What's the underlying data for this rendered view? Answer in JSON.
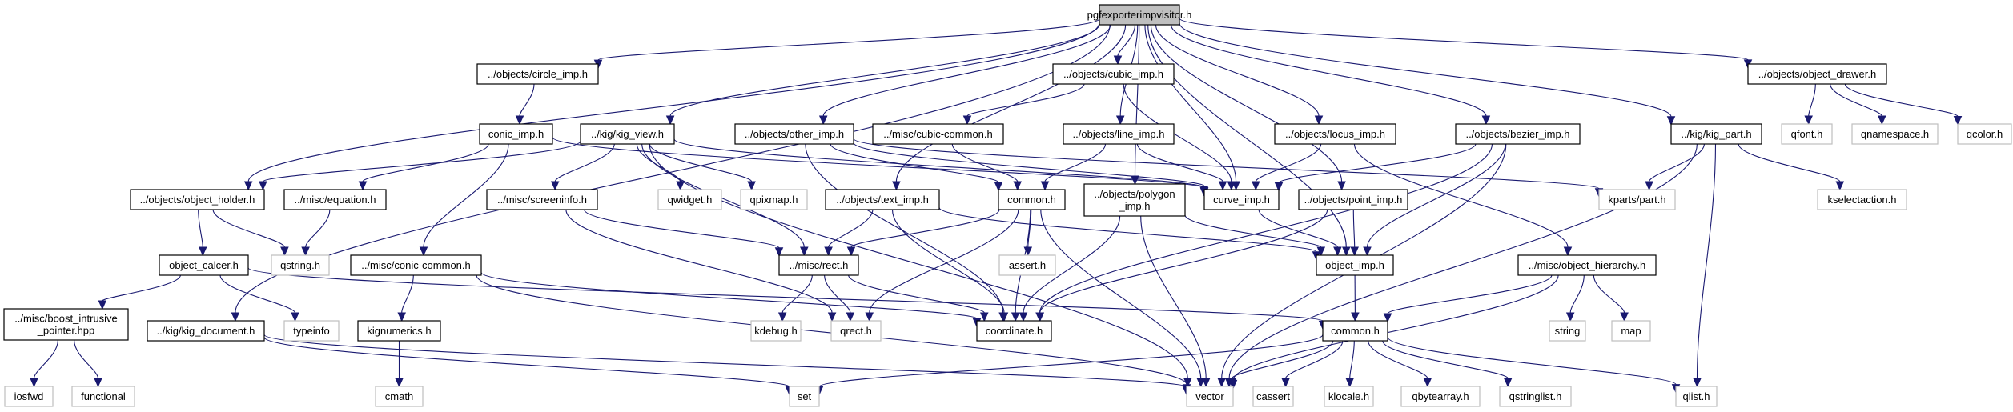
{
  "diagram": {
    "type": "include-dependency-graph",
    "root": "pgfexporterimpvisitor.h",
    "colors": {
      "edge": "#191970",
      "root_fill": "#bfbfbf",
      "local_border": "#000000",
      "system_border": "#bfbfbf"
    },
    "nodes": [
      {
        "id": "root",
        "label": "pgfexporterimpvisitor.h",
        "kind": "root"
      },
      {
        "id": "circle_imp",
        "label": "../objects/circle_imp.h",
        "kind": "local"
      },
      {
        "id": "cubic_imp",
        "label": "../objects/cubic_imp.h",
        "kind": "local"
      },
      {
        "id": "object_drawer",
        "label": "../objects/object_drawer.h",
        "kind": "local"
      },
      {
        "id": "conic_imp",
        "label": "conic_imp.h",
        "kind": "local"
      },
      {
        "id": "kig_view",
        "label": "../kig/kig_view.h",
        "kind": "local"
      },
      {
        "id": "other_imp",
        "label": "../objects/other_imp.h",
        "kind": "local"
      },
      {
        "id": "cubic_common",
        "label": "../misc/cubic-common.h",
        "kind": "local"
      },
      {
        "id": "line_imp",
        "label": "../objects/line_imp.h",
        "kind": "local"
      },
      {
        "id": "locus_imp",
        "label": "../objects/locus_imp.h",
        "kind": "local"
      },
      {
        "id": "bezier_imp",
        "label": "../objects/bezier_imp.h",
        "kind": "local"
      },
      {
        "id": "kig_part",
        "label": "../kig/kig_part.h",
        "kind": "local"
      },
      {
        "id": "qfont",
        "label": "qfont.h",
        "kind": "system"
      },
      {
        "id": "qnamespace",
        "label": "qnamespace.h",
        "kind": "system"
      },
      {
        "id": "qcolor",
        "label": "qcolor.h",
        "kind": "system"
      },
      {
        "id": "object_holder",
        "label": "../objects/object_holder.h",
        "kind": "local"
      },
      {
        "id": "equation",
        "label": "../misc/equation.h",
        "kind": "local"
      },
      {
        "id": "screeninfo",
        "label": "../misc/screeninfo.h",
        "kind": "local"
      },
      {
        "id": "qwidget",
        "label": "qwidget.h",
        "kind": "system"
      },
      {
        "id": "qpixmap",
        "label": "qpixmap.h",
        "kind": "system"
      },
      {
        "id": "text_imp",
        "label": "../objects/text_imp.h",
        "kind": "local"
      },
      {
        "id": "common1",
        "label": "common.h",
        "kind": "local"
      },
      {
        "id": "polygon_imp",
        "label": "../objects/polygon\n_imp.h",
        "kind": "local"
      },
      {
        "id": "curve_imp",
        "label": "curve_imp.h",
        "kind": "local"
      },
      {
        "id": "point_imp",
        "label": "../objects/point_imp.h",
        "kind": "local"
      },
      {
        "id": "kparts_part",
        "label": "kparts/part.h",
        "kind": "system"
      },
      {
        "id": "kselectaction",
        "label": "kselectaction.h",
        "kind": "system"
      },
      {
        "id": "object_calcer",
        "label": "object_calcer.h",
        "kind": "local"
      },
      {
        "id": "qstring",
        "label": "qstring.h",
        "kind": "system"
      },
      {
        "id": "conic_common",
        "label": "../misc/conic-common.h",
        "kind": "local"
      },
      {
        "id": "rect",
        "label": "../misc/rect.h",
        "kind": "local"
      },
      {
        "id": "assert",
        "label": "assert.h",
        "kind": "system"
      },
      {
        "id": "object_imp",
        "label": "object_imp.h",
        "kind": "local"
      },
      {
        "id": "object_hierarchy",
        "label": "../misc/object_hierarchy.h",
        "kind": "local"
      },
      {
        "id": "boost_ptr",
        "label": "../misc/boost_intrusive\n_pointer.hpp",
        "kind": "local"
      },
      {
        "id": "kig_document",
        "label": "../kig/kig_document.h",
        "kind": "local"
      },
      {
        "id": "typeinfo",
        "label": "typeinfo",
        "kind": "system"
      },
      {
        "id": "kignumerics",
        "label": "kignumerics.h",
        "kind": "local"
      },
      {
        "id": "kdebug",
        "label": "kdebug.h",
        "kind": "system"
      },
      {
        "id": "qrect",
        "label": "qrect.h",
        "kind": "system"
      },
      {
        "id": "coordinate",
        "label": "coordinate.h",
        "kind": "local"
      },
      {
        "id": "common2",
        "label": "common.h",
        "kind": "local"
      },
      {
        "id": "string",
        "label": "string",
        "kind": "system"
      },
      {
        "id": "map",
        "label": "map",
        "kind": "system"
      },
      {
        "id": "iosfwd",
        "label": "iosfwd",
        "kind": "system"
      },
      {
        "id": "functional",
        "label": "functional",
        "kind": "system"
      },
      {
        "id": "cmath",
        "label": "cmath",
        "kind": "system"
      },
      {
        "id": "set",
        "label": "set",
        "kind": "system"
      },
      {
        "id": "vector",
        "label": "vector",
        "kind": "system"
      },
      {
        "id": "cassert",
        "label": "cassert",
        "kind": "system"
      },
      {
        "id": "klocale",
        "label": "klocale.h",
        "kind": "system"
      },
      {
        "id": "qbytearray",
        "label": "qbytearray.h",
        "kind": "system"
      },
      {
        "id": "qstringlist",
        "label": "qstringlist.h",
        "kind": "system"
      },
      {
        "id": "qlist",
        "label": "qlist.h",
        "kind": "system"
      }
    ],
    "edges": [
      [
        "root",
        "circle_imp"
      ],
      [
        "root",
        "cubic_imp"
      ],
      [
        "root",
        "object_drawer"
      ],
      [
        "root",
        "kig_view"
      ],
      [
        "root",
        "other_imp"
      ],
      [
        "root",
        "line_imp"
      ],
      [
        "root",
        "locus_imp"
      ],
      [
        "root",
        "bezier_imp"
      ],
      [
        "root",
        "kig_part"
      ],
      [
        "root",
        "object_holder"
      ],
      [
        "root",
        "text_imp"
      ],
      [
        "root",
        "polygon_imp"
      ],
      [
        "root",
        "curve_imp"
      ],
      [
        "root",
        "point_imp"
      ],
      [
        "root",
        "object_imp"
      ],
      [
        "root",
        "kig_document"
      ],
      [
        "circle_imp",
        "conic_imp"
      ],
      [
        "cubic_imp",
        "cubic_common"
      ],
      [
        "cubic_imp",
        "curve_imp"
      ],
      [
        "object_drawer",
        "qfont"
      ],
      [
        "object_drawer",
        "qnamespace"
      ],
      [
        "object_drawer",
        "qcolor"
      ],
      [
        "conic_imp",
        "equation"
      ],
      [
        "conic_imp",
        "conic_common"
      ],
      [
        "conic_imp",
        "curve_imp"
      ],
      [
        "kig_view",
        "object_holder"
      ],
      [
        "kig_view",
        "screeninfo"
      ],
      [
        "kig_view",
        "qwidget"
      ],
      [
        "kig_view",
        "qpixmap"
      ],
      [
        "kig_view",
        "rect"
      ],
      [
        "kig_view",
        "curve_imp"
      ],
      [
        "kig_view",
        "vector"
      ],
      [
        "other_imp",
        "common1"
      ],
      [
        "other_imp",
        "curve_imp"
      ],
      [
        "other_imp",
        "coordinate"
      ],
      [
        "other_imp",
        "kparts_part"
      ],
      [
        "cubic_common",
        "common1"
      ],
      [
        "line_imp",
        "common1"
      ],
      [
        "line_imp",
        "curve_imp"
      ],
      [
        "locus_imp",
        "curve_imp"
      ],
      [
        "locus_imp",
        "object_hierarchy"
      ],
      [
        "bezier_imp",
        "curve_imp"
      ],
      [
        "bezier_imp",
        "object_imp"
      ],
      [
        "bezier_imp",
        "coordinate"
      ],
      [
        "bezier_imp",
        "vector"
      ],
      [
        "kig_part",
        "kparts_part"
      ],
      [
        "kig_part",
        "kselectaction"
      ],
      [
        "kig_part",
        "vector"
      ],
      [
        "kig_part",
        "qlist"
      ],
      [
        "object_holder",
        "object_calcer"
      ],
      [
        "object_holder",
        "qstring"
      ],
      [
        "equation",
        "qstring"
      ],
      [
        "screeninfo",
        "rect"
      ],
      [
        "screeninfo",
        "qrect"
      ],
      [
        "text_imp",
        "rect"
      ],
      [
        "text_imp",
        "coordinate"
      ],
      [
        "text_imp",
        "object_imp"
      ],
      [
        "common1",
        "rect"
      ],
      [
        "common1",
        "assert"
      ],
      [
        "common1",
        "coordinate"
      ],
      [
        "common1",
        "qrect"
      ],
      [
        "common1",
        "vector"
      ],
      [
        "polygon_imp",
        "object_imp"
      ],
      [
        "polygon_imp",
        "coordinate"
      ],
      [
        "polygon_imp",
        "vector"
      ],
      [
        "curve_imp",
        "object_imp"
      ],
      [
        "point_imp",
        "object_imp"
      ],
      [
        "point_imp",
        "coordinate"
      ],
      [
        "object_calcer",
        "boost_ptr"
      ],
      [
        "object_calcer",
        "typeinfo"
      ],
      [
        "object_calcer",
        "common2"
      ],
      [
        "conic_common",
        "kignumerics"
      ],
      [
        "conic_common",
        "coordinate"
      ],
      [
        "conic_common",
        "vector"
      ],
      [
        "rect",
        "kdebug"
      ],
      [
        "rect",
        "qrect"
      ],
      [
        "rect",
        "coordinate"
      ],
      [
        "object_imp",
        "common2"
      ],
      [
        "object_hierarchy",
        "common2"
      ],
      [
        "object_hierarchy",
        "string"
      ],
      [
        "object_hierarchy",
        "map"
      ],
      [
        "object_hierarchy",
        "vector"
      ],
      [
        "boost_ptr",
        "iosfwd"
      ],
      [
        "boost_ptr",
        "functional"
      ],
      [
        "kig_document",
        "set"
      ],
      [
        "kig_document",
        "vector"
      ],
      [
        "kignumerics",
        "cmath"
      ],
      [
        "common2",
        "set"
      ],
      [
        "common2",
        "vector"
      ],
      [
        "common2",
        "cassert"
      ],
      [
        "common2",
        "klocale"
      ],
      [
        "common2",
        "qbytearray"
      ],
      [
        "common2",
        "qstringlist"
      ],
      [
        "common2",
        "qlist"
      ]
    ]
  }
}
